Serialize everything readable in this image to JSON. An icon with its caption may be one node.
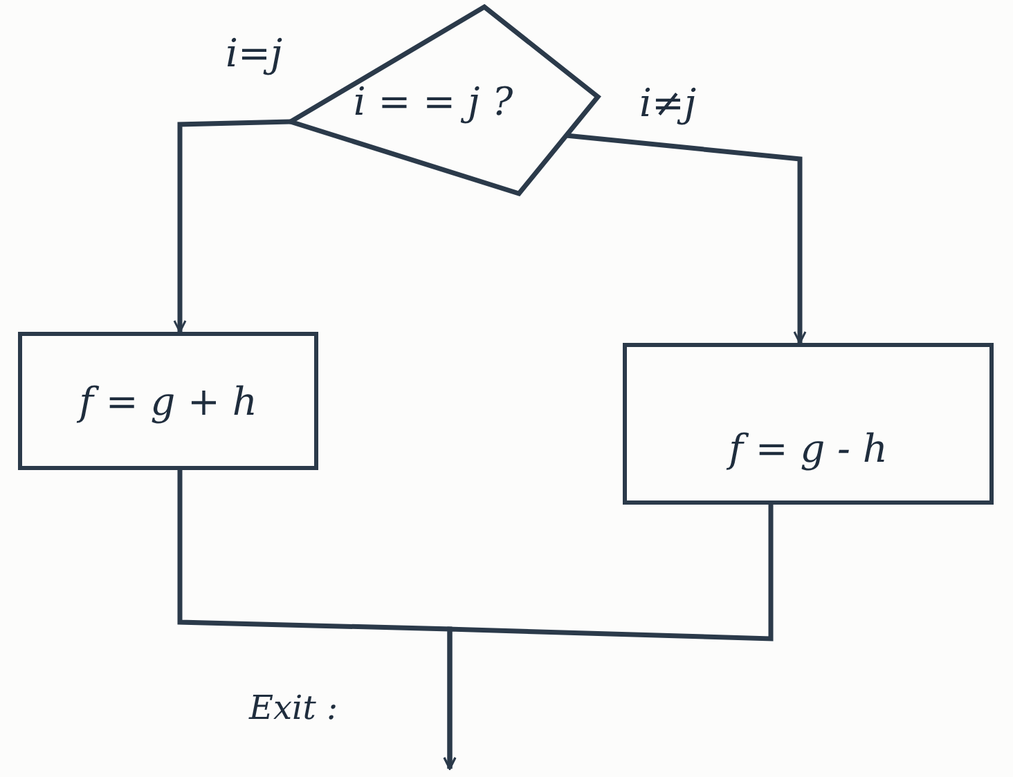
{
  "diagram": {
    "nodes": [
      {
        "text": [
          "i = = j ?"
        ]
      },
      {
        "text": [
          "f = g + h"
        ]
      },
      {
        "text": [
          "f = g - h"
        ]
      }
    ],
    "edges": [
      {
        "from": 0,
        "to": 1,
        "arrow": "to",
        "label": "i=j"
      },
      {
        "from": 0,
        "to": 2,
        "arrow": "to",
        "label": "i≠j"
      },
      {
        "from": 1,
        "to": null,
        "arrow": "to"
      },
      {
        "from": 2,
        "to": null,
        "arrow": "to"
      }
    ],
    "labels": [
      "Exit :"
    ]
  }
}
